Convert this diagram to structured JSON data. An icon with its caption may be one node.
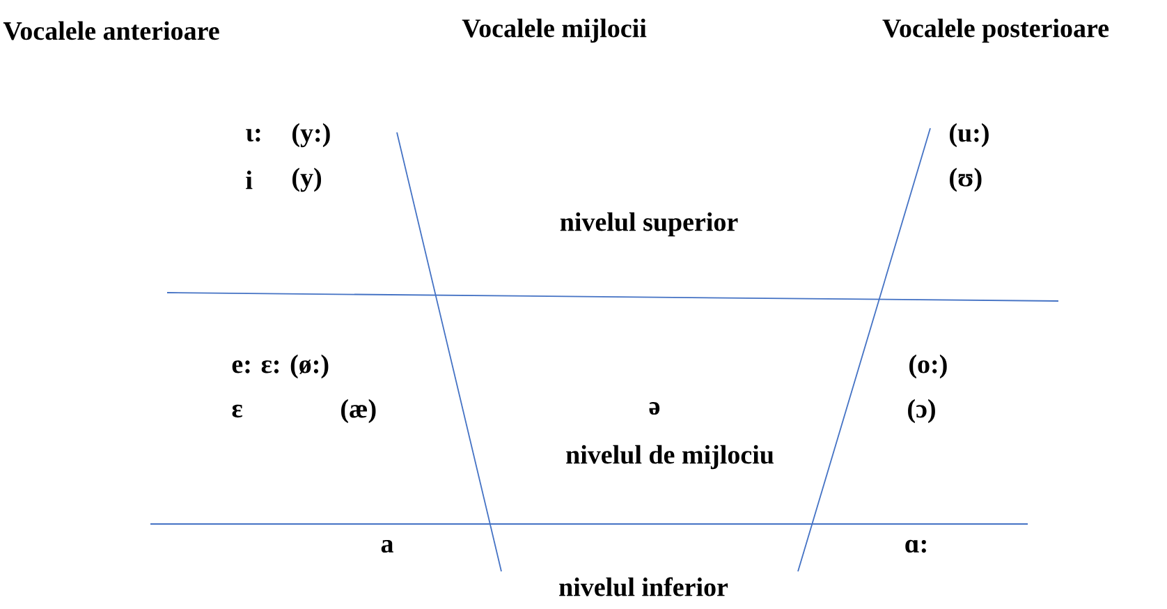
{
  "diagram": {
    "labels": [
      "Vocalele anterioare",
      "Vocalele mijlocii",
      "Vocalele posterioare",
      "ι:",
      "(y:)",
      "(u:)",
      "i",
      "(y)",
      "(ʊ)",
      "nivelul superior",
      "e: ɛ: (ø:)",
      "(o:)",
      "ɛ",
      "(æ)",
      "ə",
      "(ɔ)",
      "nivelul de mijlociu",
      "a",
      "ɑ:",
      "nivelul inferior"
    ]
  }
}
